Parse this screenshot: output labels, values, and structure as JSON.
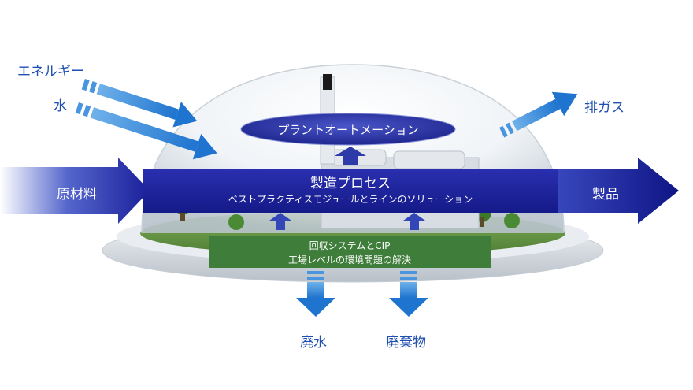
{
  "inputs": {
    "energy": "エネルギー",
    "water": "水",
    "raw_materials": "原材料"
  },
  "outputs": {
    "exhaust": "排ガス",
    "products": "製品",
    "wastewater": "廃水",
    "waste": "廃棄物"
  },
  "automation": {
    "label": "プラントオートメーション"
  },
  "process": {
    "title": "製造プロセス",
    "subtitle": "ベストプラクティスモジュールとラインのソリューション"
  },
  "recovery": {
    "line1": "回収システムとCIP",
    "line2": "工場レベルの環境問題の解決"
  },
  "colors": {
    "arrow_blue": "#2f86d8",
    "band_navy": "#1a1f9a",
    "automation_blue": "#2a35a8",
    "recovery_green": "#3f7d3a",
    "text_blue": "#1f4fb0"
  },
  "icons": [
    "input-arrow",
    "output-arrow",
    "dome",
    "factory",
    "chimney",
    "trees",
    "up-arrow",
    "down-arrow"
  ]
}
